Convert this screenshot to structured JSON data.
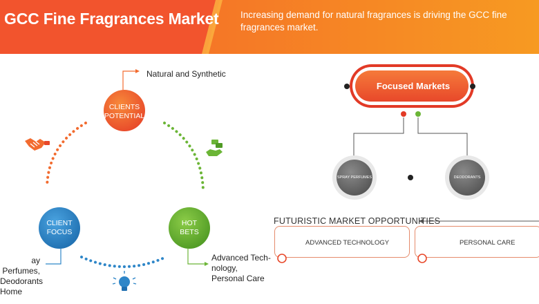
{
  "header": {
    "title": "GCC Fine Fragrances Market",
    "subtitle": "Increasing demand for natural fragrances is driving the GCC fine fragrances market."
  },
  "cycle": {
    "clients_potential": {
      "label_line1": "CLIENTS",
      "label_line2": "POTENTIAL",
      "note": "Natural and Synthetic"
    },
    "client_focus": {
      "label_line1": "CLIENT",
      "label_line2": "FOCUS",
      "note_line1": "ay Perfumes,",
      "note_line2": "Deodorants",
      "note_line3": "Home"
    },
    "hot_bets": {
      "label_line1": "HOT",
      "label_line2": "BETS",
      "note_line1": "Advanced Tech-",
      "note_line2": "nology,",
      "note_line3": "Personal Care"
    }
  },
  "focused": {
    "title": "Focused Markets",
    "nodes": [
      "SPRAY PERFUMES",
      "DEODORANTS"
    ]
  },
  "futuristic": {
    "heading": "FUTURISTIC MARKET OPPORTUNITIES",
    "items": [
      "ADVANCED TECHNOLOGY",
      "PERSONAL CARE"
    ]
  },
  "colors": {
    "orange": "#f2542d",
    "amber": "#f79a22",
    "blue": "#2e86c8",
    "green": "#6bb536",
    "gray": "#666666"
  },
  "icons": [
    "handshake-icon",
    "money-hand-icon",
    "lightbulb-icon"
  ]
}
